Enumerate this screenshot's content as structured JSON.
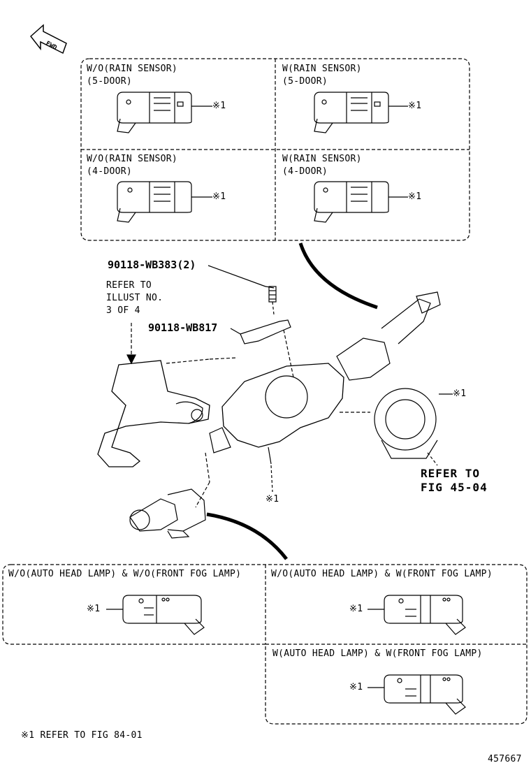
{
  "upper_panels": {
    "a": {
      "line1": "W/O(RAIN SENSOR)",
      "line2": "(5-DOOR)",
      "ref": "※1"
    },
    "b": {
      "line1": "W(RAIN SENSOR)",
      "line2": "(5-DOOR)",
      "ref": "※1"
    },
    "c": {
      "line1": "W/O(RAIN SENSOR)",
      "line2": "(4-DOOR)",
      "ref": "※1"
    },
    "d": {
      "line1": "W(RAIN SENSOR)",
      "line2": "(4-DOOR)",
      "ref": "※1"
    }
  },
  "parts": {
    "screw_1": "90118-WB383(2)",
    "bracket": "90118-WB817",
    "refer_illust": [
      "REFER TO",
      "ILLUST NO.",
      "3 OF 4"
    ],
    "clock_spring_ref": "※1",
    "bottom_ref": "※1",
    "refer_fig": [
      "REFER TO",
      "FIG 45-04"
    ]
  },
  "lower_panels": {
    "a": {
      "title": "W/O(AUTO HEAD LAMP) & W/O(FRONT FOG LAMP)",
      "ref": "※1"
    },
    "b": {
      "title": "W/O(AUTO HEAD LAMP) & W(FRONT FOG LAMP)",
      "ref": "※1"
    },
    "c": {
      "title": "W(AUTO HEAD LAMP) & W(FRONT FOG LAMP)",
      "ref": "※1"
    }
  },
  "footnote": "※1 REFER TO FIG 84-01",
  "figure_id": "457667",
  "fwd_label": "FWD"
}
